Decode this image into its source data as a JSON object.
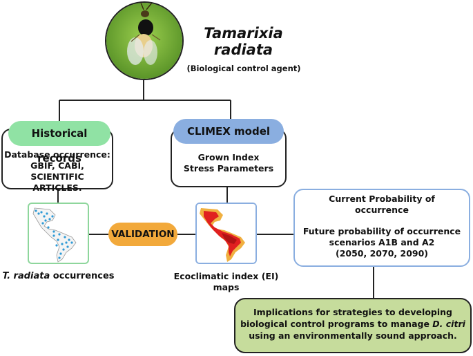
{
  "header": {
    "title_line1": "Tamarixia",
    "title_line2": "radiata",
    "subtitle": "(Biological control agent)"
  },
  "historical": {
    "label": "Historical records",
    "lines": [
      "Database occurrence:",
      "GBIF, CABI, SCIENTIFIC",
      "ARTICLES."
    ],
    "color": "#90e2a4"
  },
  "climex": {
    "label": "CLIMEX model",
    "lines": [
      "Grown Index",
      "Stress Parameters"
    ],
    "color": "#8aaee0"
  },
  "validation": {
    "label": "VALIDATION",
    "color": "#f2a93b"
  },
  "occurrences_caption": {
    "italic": "T. radiata",
    "rest": " occurrences"
  },
  "ei_caption": {
    "line1": "Ecoclimatic index (EI)",
    "line2": "maps"
  },
  "probability": {
    "line1": "Current Probability of",
    "line2": "occurrence",
    "line3": "Future probability of occurrence",
    "line4": "scenarios A1B and A2",
    "line5": "(2050, 2070, 2090)"
  },
  "implications": {
    "line1": "Implications for strategies to developing",
    "line2_pre": "biological control programs to manage ",
    "line2_italic": "D. citri",
    "line3": "using an environmentally sound approach.",
    "color": "#c6dc9c"
  }
}
